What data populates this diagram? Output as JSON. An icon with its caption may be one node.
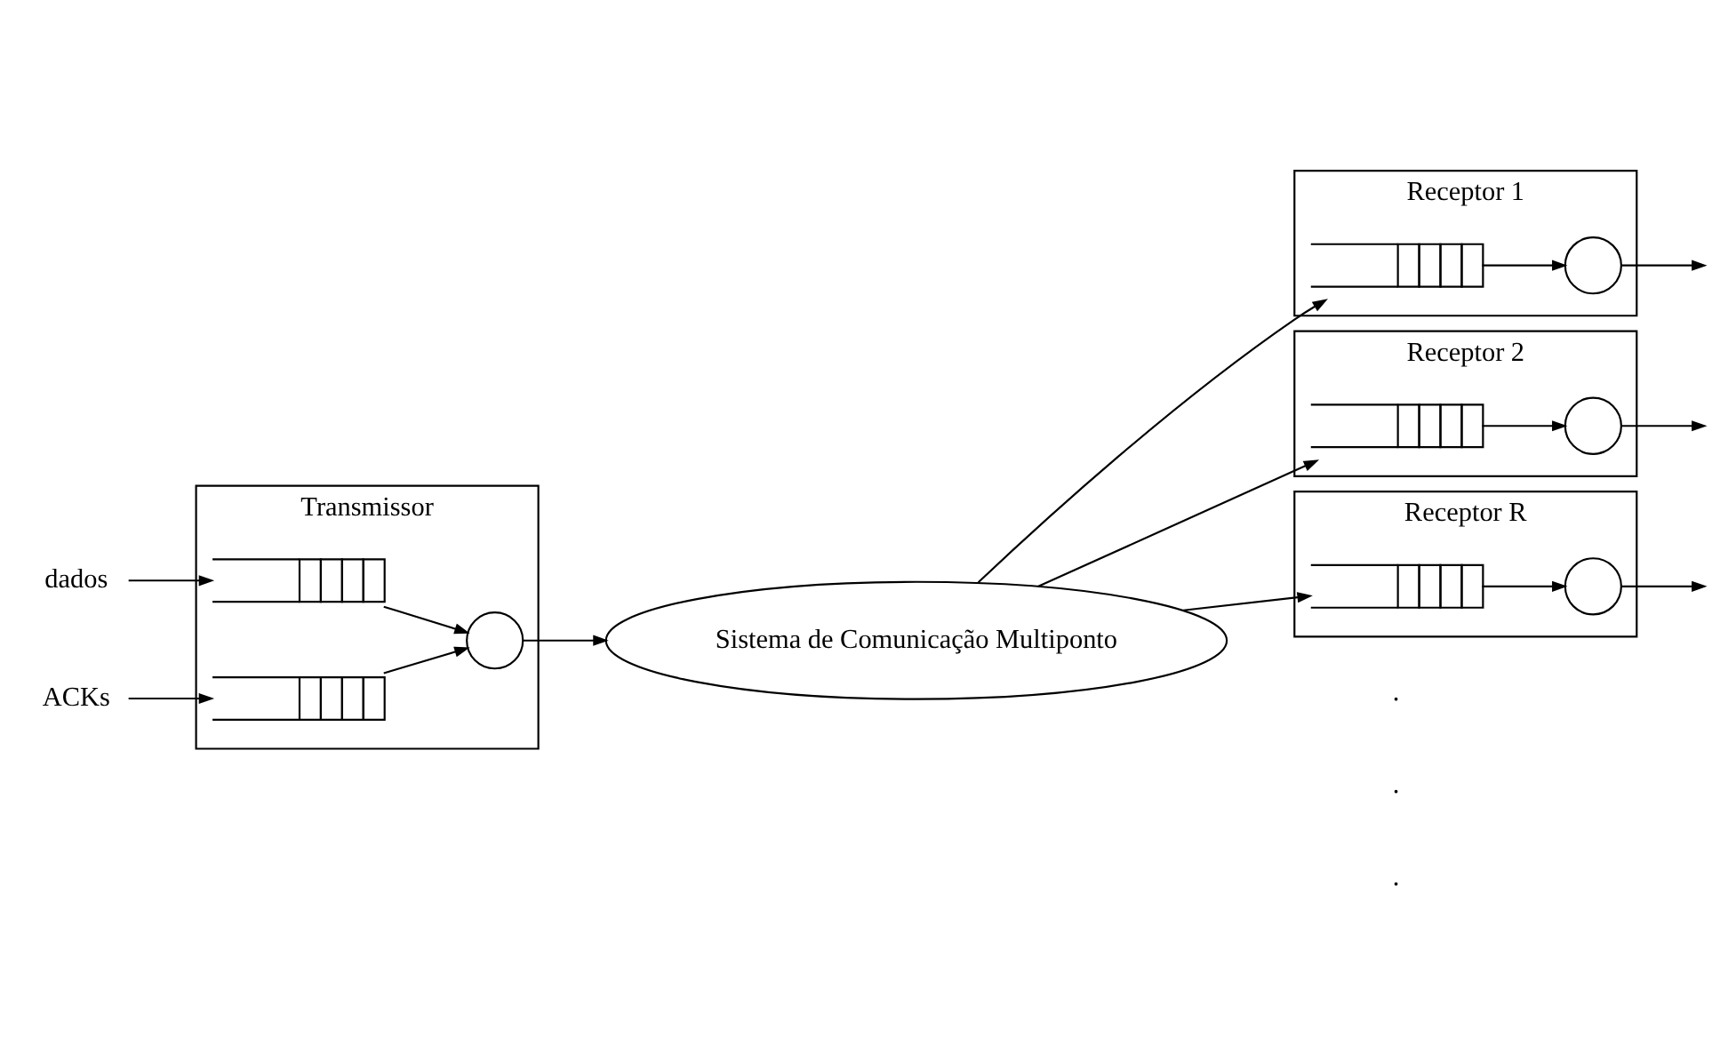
{
  "diagram": {
    "nodes": [
      {
        "text": [
          "Transmissor"
        ]
      },
      {
        "text": [
          "dados"
        ]
      },
      {
        "text": [
          "ACKs"
        ]
      },
      {
        "text": [],
        "shape": "queue",
        "in": 0
      },
      {
        "text": [],
        "shape": "queue",
        "in": 0
      },
      {
        "text": [],
        "shape": "circle",
        "in": 0
      },
      {
        "text": [
          "Sistema de Comunicação Multiponto"
        ]
      },
      {
        "text": [
          "Receptor 1"
        ]
      },
      {
        "text": [],
        "shape": "queue",
        "in": 7
      },
      {
        "text": [],
        "shape": "circle",
        "in": 7
      },
      {
        "text": [
          "Receptor 2"
        ]
      },
      {
        "text": [],
        "shape": "queue",
        "in": 10
      },
      {
        "text": [],
        "shape": "circle",
        "in": 10
      },
      {
        "text": [
          "Receptor R"
        ]
      },
      {
        "text": [],
        "shape": "queue",
        "in": 13
      },
      {
        "text": [],
        "shape": "circle",
        "in": 13
      }
    ],
    "edges": [
      {
        "from": 1,
        "to": 3,
        "arrow": "to"
      },
      {
        "from": 2,
        "to": 4,
        "arrow": "to"
      },
      {
        "from": 3,
        "to": 5,
        "arrow": "to"
      },
      {
        "from": 4,
        "to": 5,
        "arrow": "to"
      },
      {
        "from": 5,
        "to": 6,
        "arrow": "to"
      },
      {
        "from": 6,
        "to": 8,
        "arrow": "to"
      },
      {
        "from": 8,
        "to": 9,
        "arrow": "to"
      },
      {
        "from": 9,
        "to": null,
        "arrow": "to"
      },
      {
        "from": 6,
        "to": 11,
        "arrow": "to"
      },
      {
        "from": 11,
        "to": 12,
        "arrow": "to"
      },
      {
        "from": 12,
        "to": null,
        "arrow": "to"
      },
      {
        "from": 6,
        "to": 14,
        "arrow": "to"
      },
      {
        "from": 14,
        "to": 15,
        "arrow": "to"
      },
      {
        "from": 15,
        "to": null,
        "arrow": "to"
      }
    ],
    "labels": [
      ".",
      ".",
      "."
    ]
  }
}
